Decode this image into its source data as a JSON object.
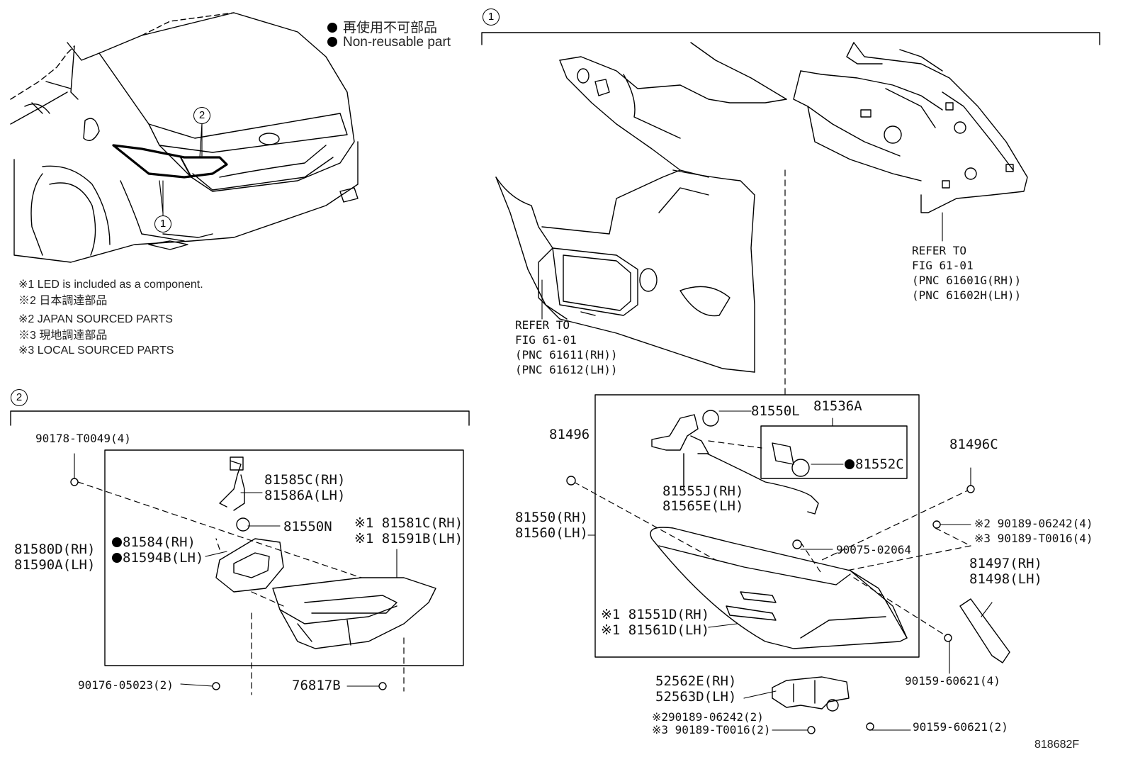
{
  "legend": {
    "jp": "再使用不可部品",
    "en": "Non-reusable part"
  },
  "notes": [
    "※1 LED is included as a component.",
    "※2 日本調達部品",
    "※2 JAPAN SOURCED PARTS",
    "※3 現地調達部品",
    "※3 LOCAL SOURCED PARTS"
  ],
  "callouts": {
    "c1": "1",
    "c2": "2"
  },
  "refs": {
    "ref_a": [
      "REFER TO",
      "FIG 61-01",
      "(PNC 61601G(RH))",
      "(PNC 61602H(LH))"
    ],
    "ref_b": [
      "REFER TO",
      "FIG 61-01",
      "(PNC 61611(RH))",
      "(PNC 61612(LH))"
    ]
  },
  "parts_right": {
    "p81550L": "81550L",
    "p81536A": "81536A",
    "p81552C": "81552C",
    "p81496": "81496",
    "p81496C": "81496C",
    "p81555J": "81555J(RH)",
    "p81565E": "81565E(LH)",
    "p81550": "81550(RH)",
    "p81560": "81560(LH)",
    "p90075": "90075-02064",
    "p90189_2": "※2 90189-06242(4)",
    "p90189_3": "※3 90189-T0016(4)",
    "p81497": "81497(RH)",
    "p81498": "81498(LH)",
    "p81551D": "※1 81551D(RH)",
    "p81561D": "※1 81561D(LH)",
    "p52562E": "52562E(RH)",
    "p52563D": "52563D(LH)",
    "p90159_4": "90159-60621(4)",
    "p90189b_2": "※290189-06242(2)",
    "p90189b_3": "※3 90189-T0016(2)",
    "p90159_2": "90159-60621(2)"
  },
  "parts_left": {
    "p90178": "90178-T0049(4)",
    "p81585C": "81585C(RH)",
    "p81586A": "81586A(LH)",
    "p81550N": "81550N",
    "p81581C": "※1 81581C(RH)",
    "p81591B": "※1 81591B(LH)",
    "p81580D": "81580D(RH)",
    "p81590A": "81590A(LH)",
    "p81584": "81584(RH)",
    "p81594B": "81594B(LH)",
    "p90176": "90176-05023(2)",
    "p76817B": "76817B"
  },
  "figure_code": "818682F"
}
